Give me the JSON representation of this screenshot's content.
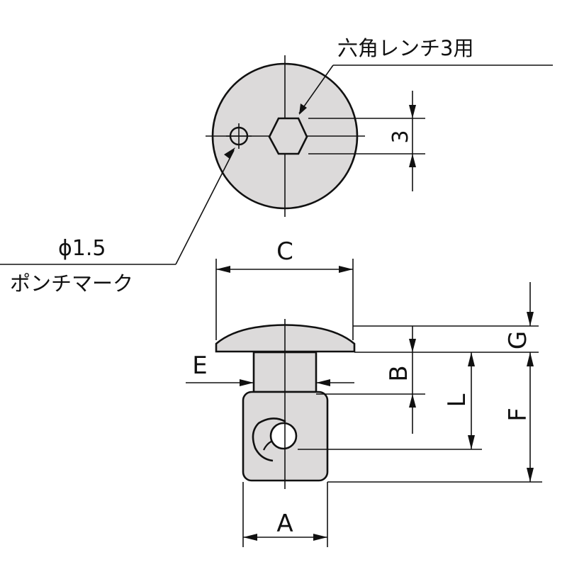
{
  "labels": {
    "hex_wrench": "六角レンチ3用",
    "hex_size": "3",
    "phi": "ϕ1.5",
    "punch_mark": "ポンチマーク",
    "dim_c": "C",
    "dim_e": "E",
    "dim_b": "B",
    "dim_g": "G",
    "dim_l": "L",
    "dim_f": "F",
    "dim_a": "A"
  },
  "colors": {
    "part_fill": "#dcdada",
    "line": "#111111"
  }
}
